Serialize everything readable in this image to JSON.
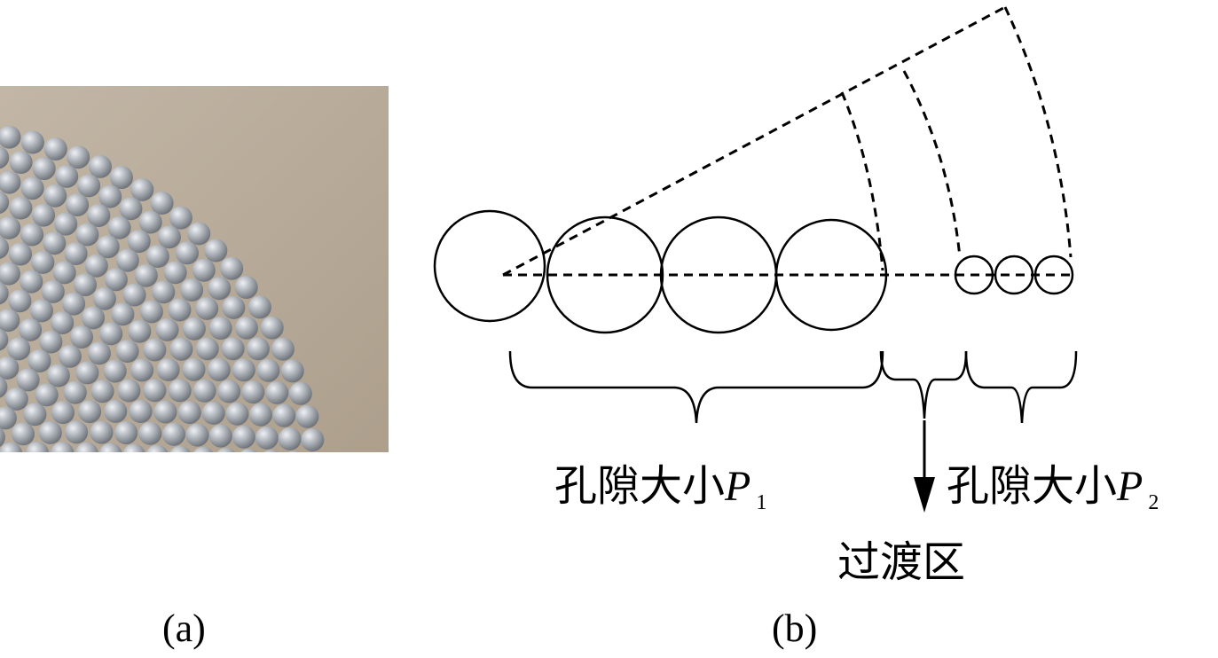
{
  "panel_a": {
    "caption": "(a)",
    "colors": {
      "background": "#b8ab99",
      "sphere": "#aeb3ba"
    }
  },
  "panel_b": {
    "caption": "(b)",
    "left_label": {
      "text": "孔隙大小",
      "var": "P",
      "sub": "1"
    },
    "right_label": {
      "text": "孔隙大小",
      "var": "P",
      "sub": "2"
    },
    "transition_label": "过渡区"
  }
}
